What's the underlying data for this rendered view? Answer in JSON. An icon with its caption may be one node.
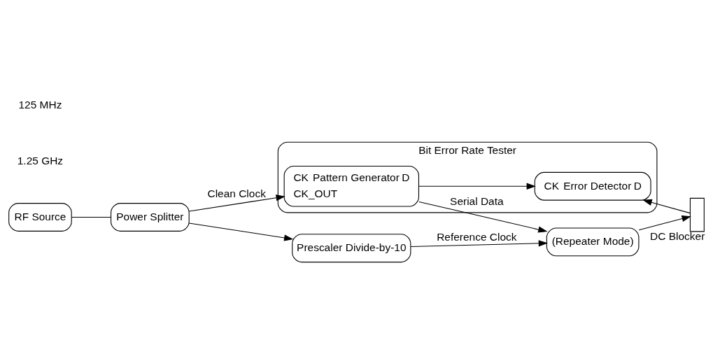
{
  "diagram": {
    "nodes": [
      {
        "text": [
          "RF Source"
        ]
      },
      {
        "text": [
          "Power Splitter"
        ]
      },
      {
        "text": [
          "Bit Error Rate Tester"
        ]
      },
      {
        "text": [
          "CK",
          "Pattern Generator",
          "D",
          "CK_OUT"
        ],
        "in": 2
      },
      {
        "text": [
          "CK",
          "Error Detector",
          "D"
        ],
        "in": 2
      },
      {
        "text": [],
        "shape": "box",
        "beside": [
          "DC Blocker"
        ]
      },
      {
        "text": [
          "Prescaler Divide-by-10"
        ]
      },
      {
        "text": [
          "(Repeater Mode)"
        ]
      }
    ],
    "edges": [
      {
        "from": 0,
        "to": 1,
        "arrow": "none"
      },
      {
        "from": 1,
        "to": 3,
        "arrow": "to",
        "label": "Clean Clock"
      },
      {
        "from": 3,
        "to": 4,
        "arrow": "to"
      },
      {
        "from": 3,
        "to": 7,
        "arrow": "to",
        "label": "Serial Data"
      },
      {
        "from": 7,
        "to": 5,
        "arrow": "to"
      },
      {
        "from": 5,
        "to": 4,
        "arrow": "to"
      },
      {
        "from": 1,
        "to": 6,
        "arrow": "to"
      },
      {
        "from": 6,
        "to": 7,
        "arrow": "to",
        "label": "Reference Clock"
      }
    ],
    "labels": [
      "1.25 GHz",
      "125 MHz"
    ]
  }
}
